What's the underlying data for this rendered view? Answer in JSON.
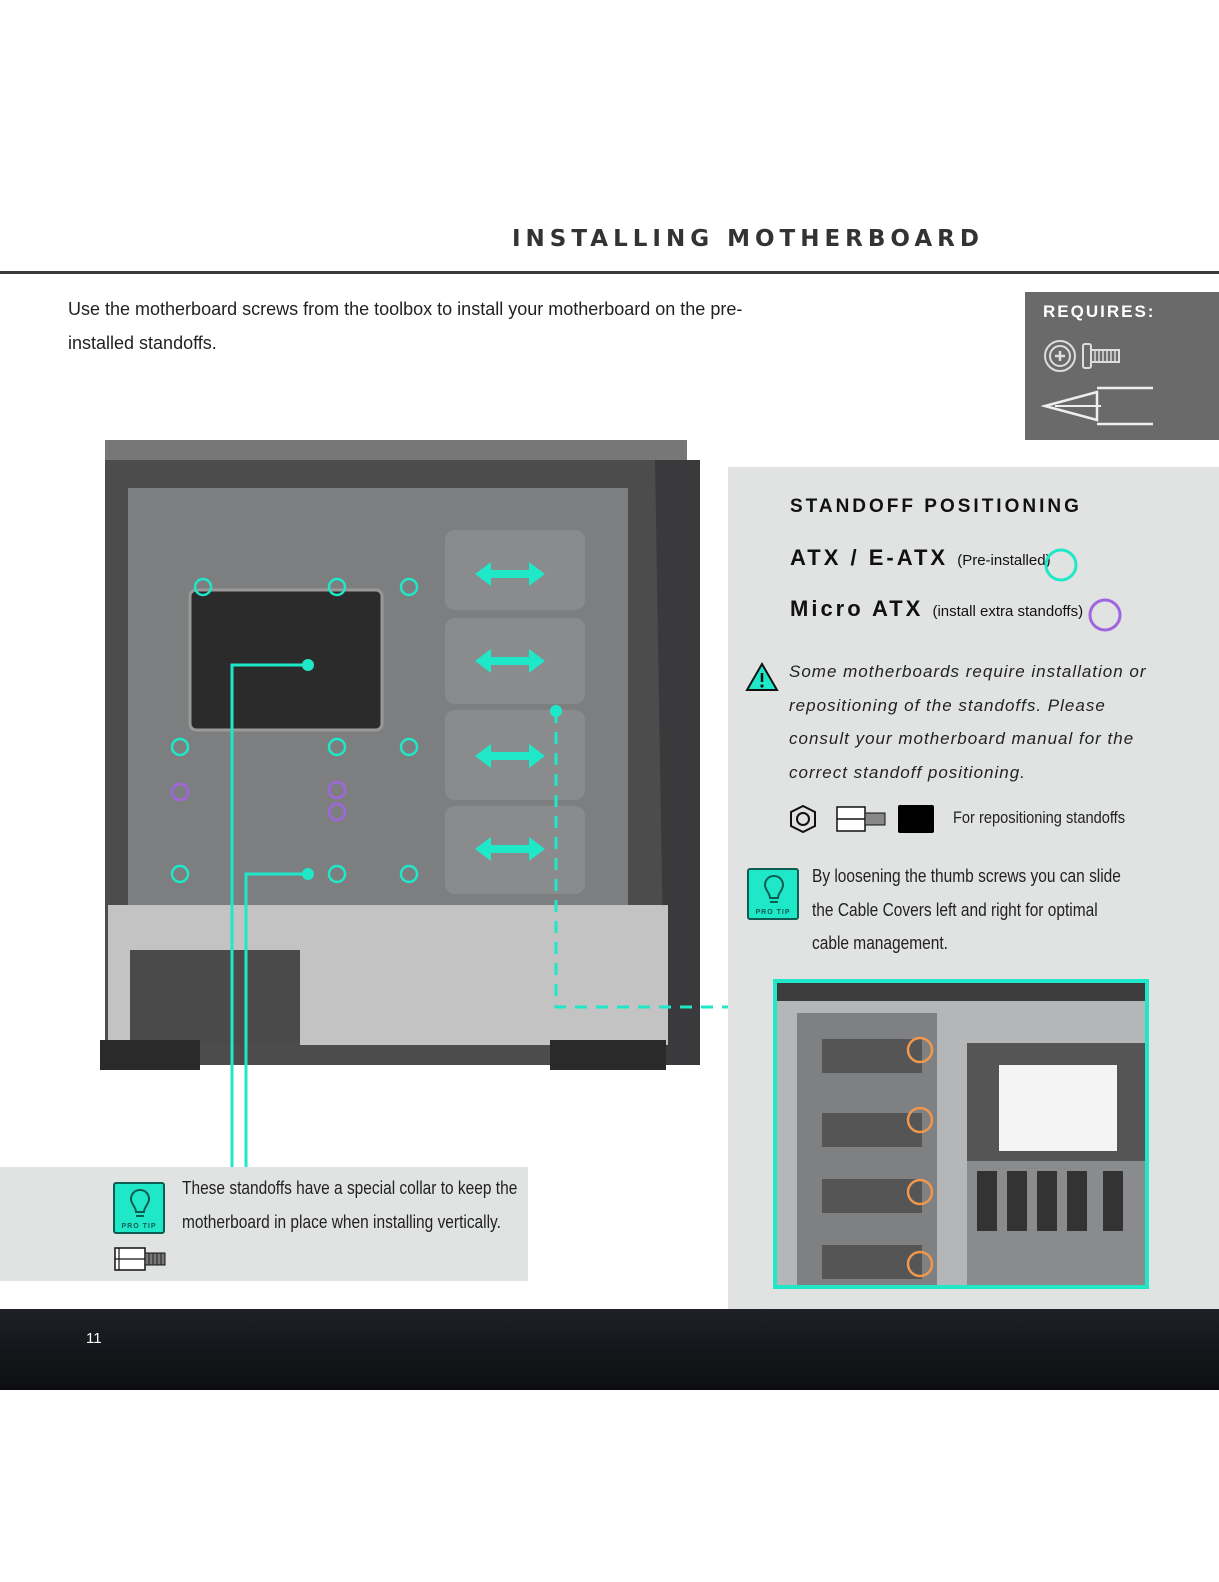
{
  "page": {
    "title": "INSTALLING MOTHERBOARD",
    "intro": "Use the motherboard screws from the toolbox to install your motherboard on the pre-installed standoffs.",
    "page_number": "11"
  },
  "requires": {
    "label": "REQUIRES:",
    "icons": [
      "screw-icon",
      "screwdriver-icon"
    ]
  },
  "standoff_panel": {
    "title": "STANDOFF POSITIONING",
    "atx_label": "ATX / E-ATX",
    "atx_note": "(Pre-installed)",
    "atx_color": "#1ee8c8",
    "micro_label": "Micro ATX",
    "micro_note": "(install extra standoffs)",
    "micro_color": "#a066e0",
    "warning": "Some motherboards require installation or repositioning of the standoffs. Please consult your motherboard manual for the correct standoff positioning.",
    "repositioning": "For repositioning standoffs",
    "pro_tip": "By loosening the thumb screws you can slide the Cable Covers left and right for optimal cable management.",
    "pro_tip_badge": "PRO TIP"
  },
  "bottom_tip": {
    "text": "These standoffs have a special collar to keep the motherboard in place when installing vertically.",
    "badge": "PRO TIP"
  }
}
